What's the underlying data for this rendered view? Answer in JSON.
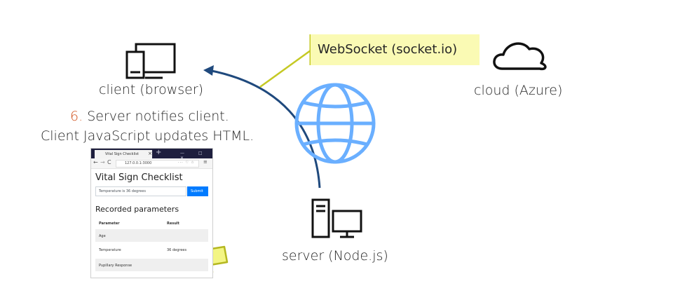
{
  "diagram": {
    "client_label": "client (browser)",
    "server_label": "server (Node.js)",
    "cloud_label": "cloud (Azure)",
    "websocket_label": "WebSocket (socket.io)",
    "step_number": "6.",
    "notify_line1": "Server notifies client.",
    "notify_line2": "Client JavaScript updates HTML.",
    "colors": {
      "arrow": "#1f497d",
      "callout_line": "#c5c924",
      "callout_bg": "#fafab4",
      "globe": "#6aafff",
      "step": "#d1531f",
      "highlight_arrow_fill": "#f3f584",
      "highlight_arrow_stroke": "#b5b820"
    }
  },
  "browser": {
    "tab_title": "Vital Sign Checklist",
    "tab_close": "×",
    "new_tab": "+",
    "window_controls": "— □ ✕",
    "nav_back": "←",
    "nav_forward": "→",
    "nav_reload": "C",
    "url": "127.0.0.1:3000",
    "url_extras": "··· ♡ ☆",
    "menu": "≡",
    "page_heading": "Vital Sign Checklist",
    "input_value": "Temperature is 36 degrees",
    "submit_label": "Submit",
    "recorded_heading": "Recorded parameters",
    "table": {
      "headers": [
        "Parameter",
        "Result"
      ],
      "rows": [
        [
          "Age",
          ""
        ],
        [
          "Temperature",
          "36 degrees"
        ],
        [
          "Pupillary Response",
          ""
        ]
      ]
    }
  }
}
